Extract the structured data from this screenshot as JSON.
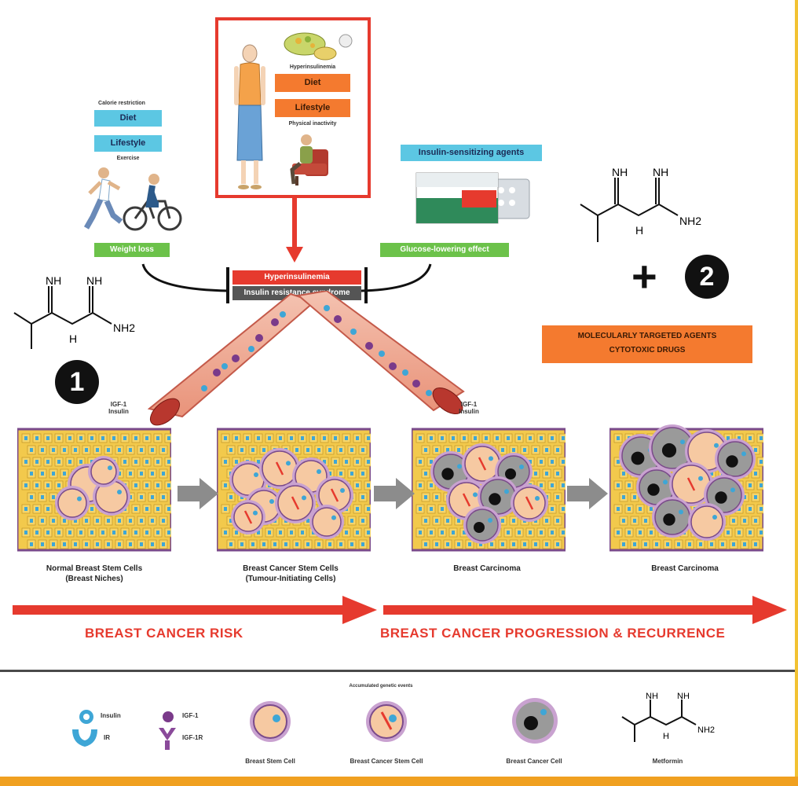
{
  "right_border_color": "#f2c233",
  "bottom_border_color": "#f0a020",
  "top_box": {
    "heading": "Hyperinsulinemia",
    "tag_diet": "Diet",
    "tag_lifestyle": "Lifestyle",
    "caption_bottom": "Physical inactivity"
  },
  "left_block": {
    "heading": "Calorie restriction",
    "tag_diet": "Diet",
    "tag_lifestyle": "Lifestyle",
    "caption_bottom": "Exercise",
    "result_tag": "Weight loss"
  },
  "drug_block": {
    "heading_tag": "Insulin-sensitizing agents",
    "result_tag": "Glucose-lowering effect"
  },
  "central_bar": {
    "top": "Hyperinsulinemia",
    "bottom": "Insulin resistance syndrome"
  },
  "metformin_top": {
    "nh_left": "NH",
    "nh_right": "NH",
    "h": "H",
    "nh2": "NH2"
  },
  "metformin_left": {
    "nh_left": "NH",
    "nh_right": "NH",
    "h": "H",
    "nh2": "NH2"
  },
  "step_one": "1",
  "plus_sign": "+",
  "step_two": "2",
  "targeted_box": {
    "line1": "MOLECULARLY TARGETED AGENTS",
    "line2": "CYTOTOXIC DRUGS"
  },
  "igf_left": "IGF-1\nInsulin",
  "igf_right": "IGF-1\nInsulin",
  "tissues": [
    {
      "caption": "Normal Breast Stem Cells\n(Breast Niches)"
    },
    {
      "caption": "Breast Cancer Stem Cells\n(Tumour-Initiating Cells)"
    },
    {
      "caption": "Breast Carcinoma"
    },
    {
      "caption": "Breast Carcinoma"
    }
  ],
  "risk_label": "BREAST CANCER RISK",
  "progression_label": "BREAST CANCER PROGRESSION & RECURRENCE",
  "legend": {
    "insulin": "Insulin",
    "igf1": "IGF-1",
    "ir": "IR",
    "igf1r": "IGF-1R",
    "stem_cell": "Breast Stem Cell",
    "cancer_stem_cell_note": "Accumulated genetic events",
    "cancer_stem_cell": "Breast Cancer Stem Cell",
    "cancer_cell": "Breast Cancer Cell",
    "metformin": "Metformin",
    "met_nh_left": "NH",
    "met_nh_right": "NH",
    "met_h": "H",
    "met_nh2": "NH2"
  }
}
